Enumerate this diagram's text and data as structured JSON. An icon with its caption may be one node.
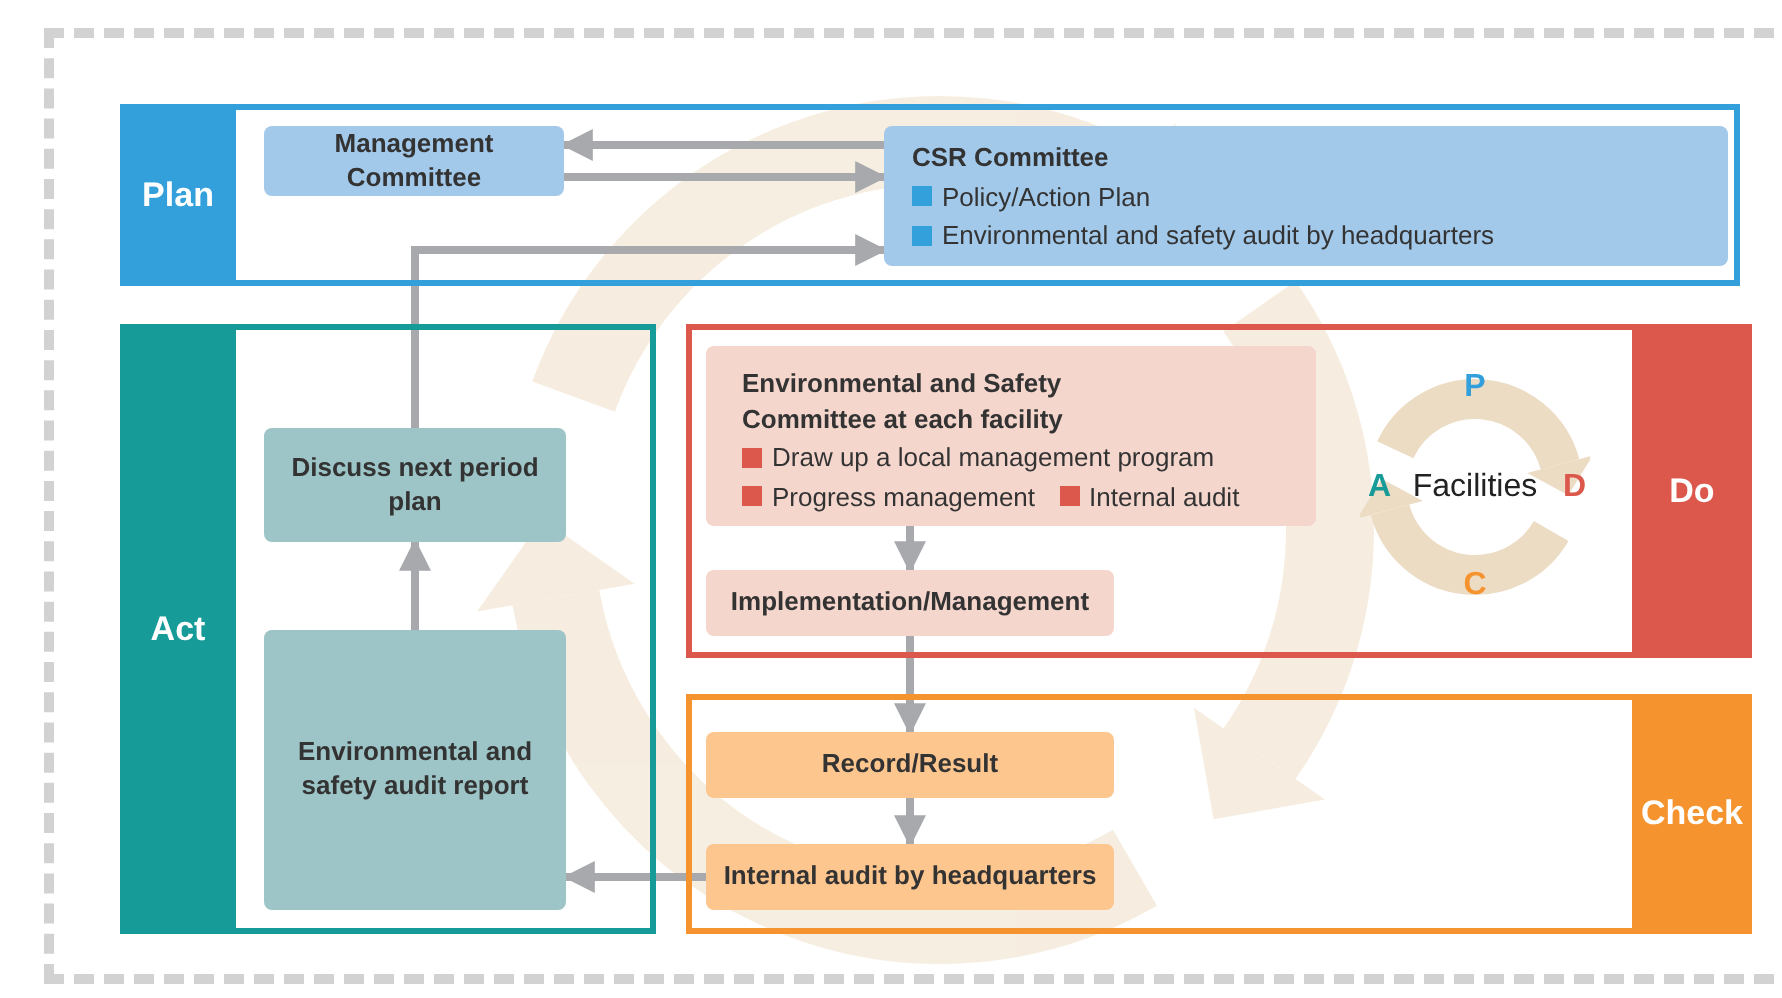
{
  "diagram": {
    "nodes": [
      {
        "text": [
          "Plan"
        ]
      },
      {
        "text": [
          "Management Committee"
        ],
        "in": 0
      },
      {
        "text": [
          "CSR Committee",
          "Policy/Action Plan",
          "Environmental and safety audit by headquarters"
        ],
        "in": 0
      },
      {
        "text": [
          "Act"
        ]
      },
      {
        "text": [
          "Discuss next period plan"
        ],
        "in": 3
      },
      {
        "text": [
          "Environmental and safety audit report"
        ],
        "in": 3
      },
      {
        "text": [
          "Do"
        ]
      },
      {
        "text": [
          "Environmental and Safety Committee at each facility",
          "Draw up a local management program",
          "Progress management",
          "Internal audit"
        ],
        "in": 6
      },
      {
        "text": [
          "Implementation/Management"
        ],
        "in": 6
      },
      {
        "text": [
          "P",
          "A",
          "Facilities",
          "D",
          "C"
        ],
        "in": 6
      },
      {
        "text": [
          "Check"
        ]
      },
      {
        "text": [
          "Record/Result"
        ],
        "in": 10
      },
      {
        "text": [
          "Internal audit by headquarters"
        ],
        "in": 10
      }
    ],
    "edges": [
      {
        "from": 2,
        "to": 1,
        "arrow": "to"
      },
      {
        "from": 1,
        "to": 2,
        "arrow": "to"
      },
      {
        "from": 4,
        "to": 2,
        "arrow": "to"
      },
      {
        "from": 7,
        "to": 8,
        "arrow": "to"
      },
      {
        "from": 8,
        "to": 11,
        "arrow": "to"
      },
      {
        "from": 11,
        "to": 12,
        "arrow": "to"
      },
      {
        "from": 12,
        "to": 5,
        "arrow": "to"
      },
      {
        "from": 5,
        "to": 4,
        "arrow": "to"
      }
    ]
  }
}
